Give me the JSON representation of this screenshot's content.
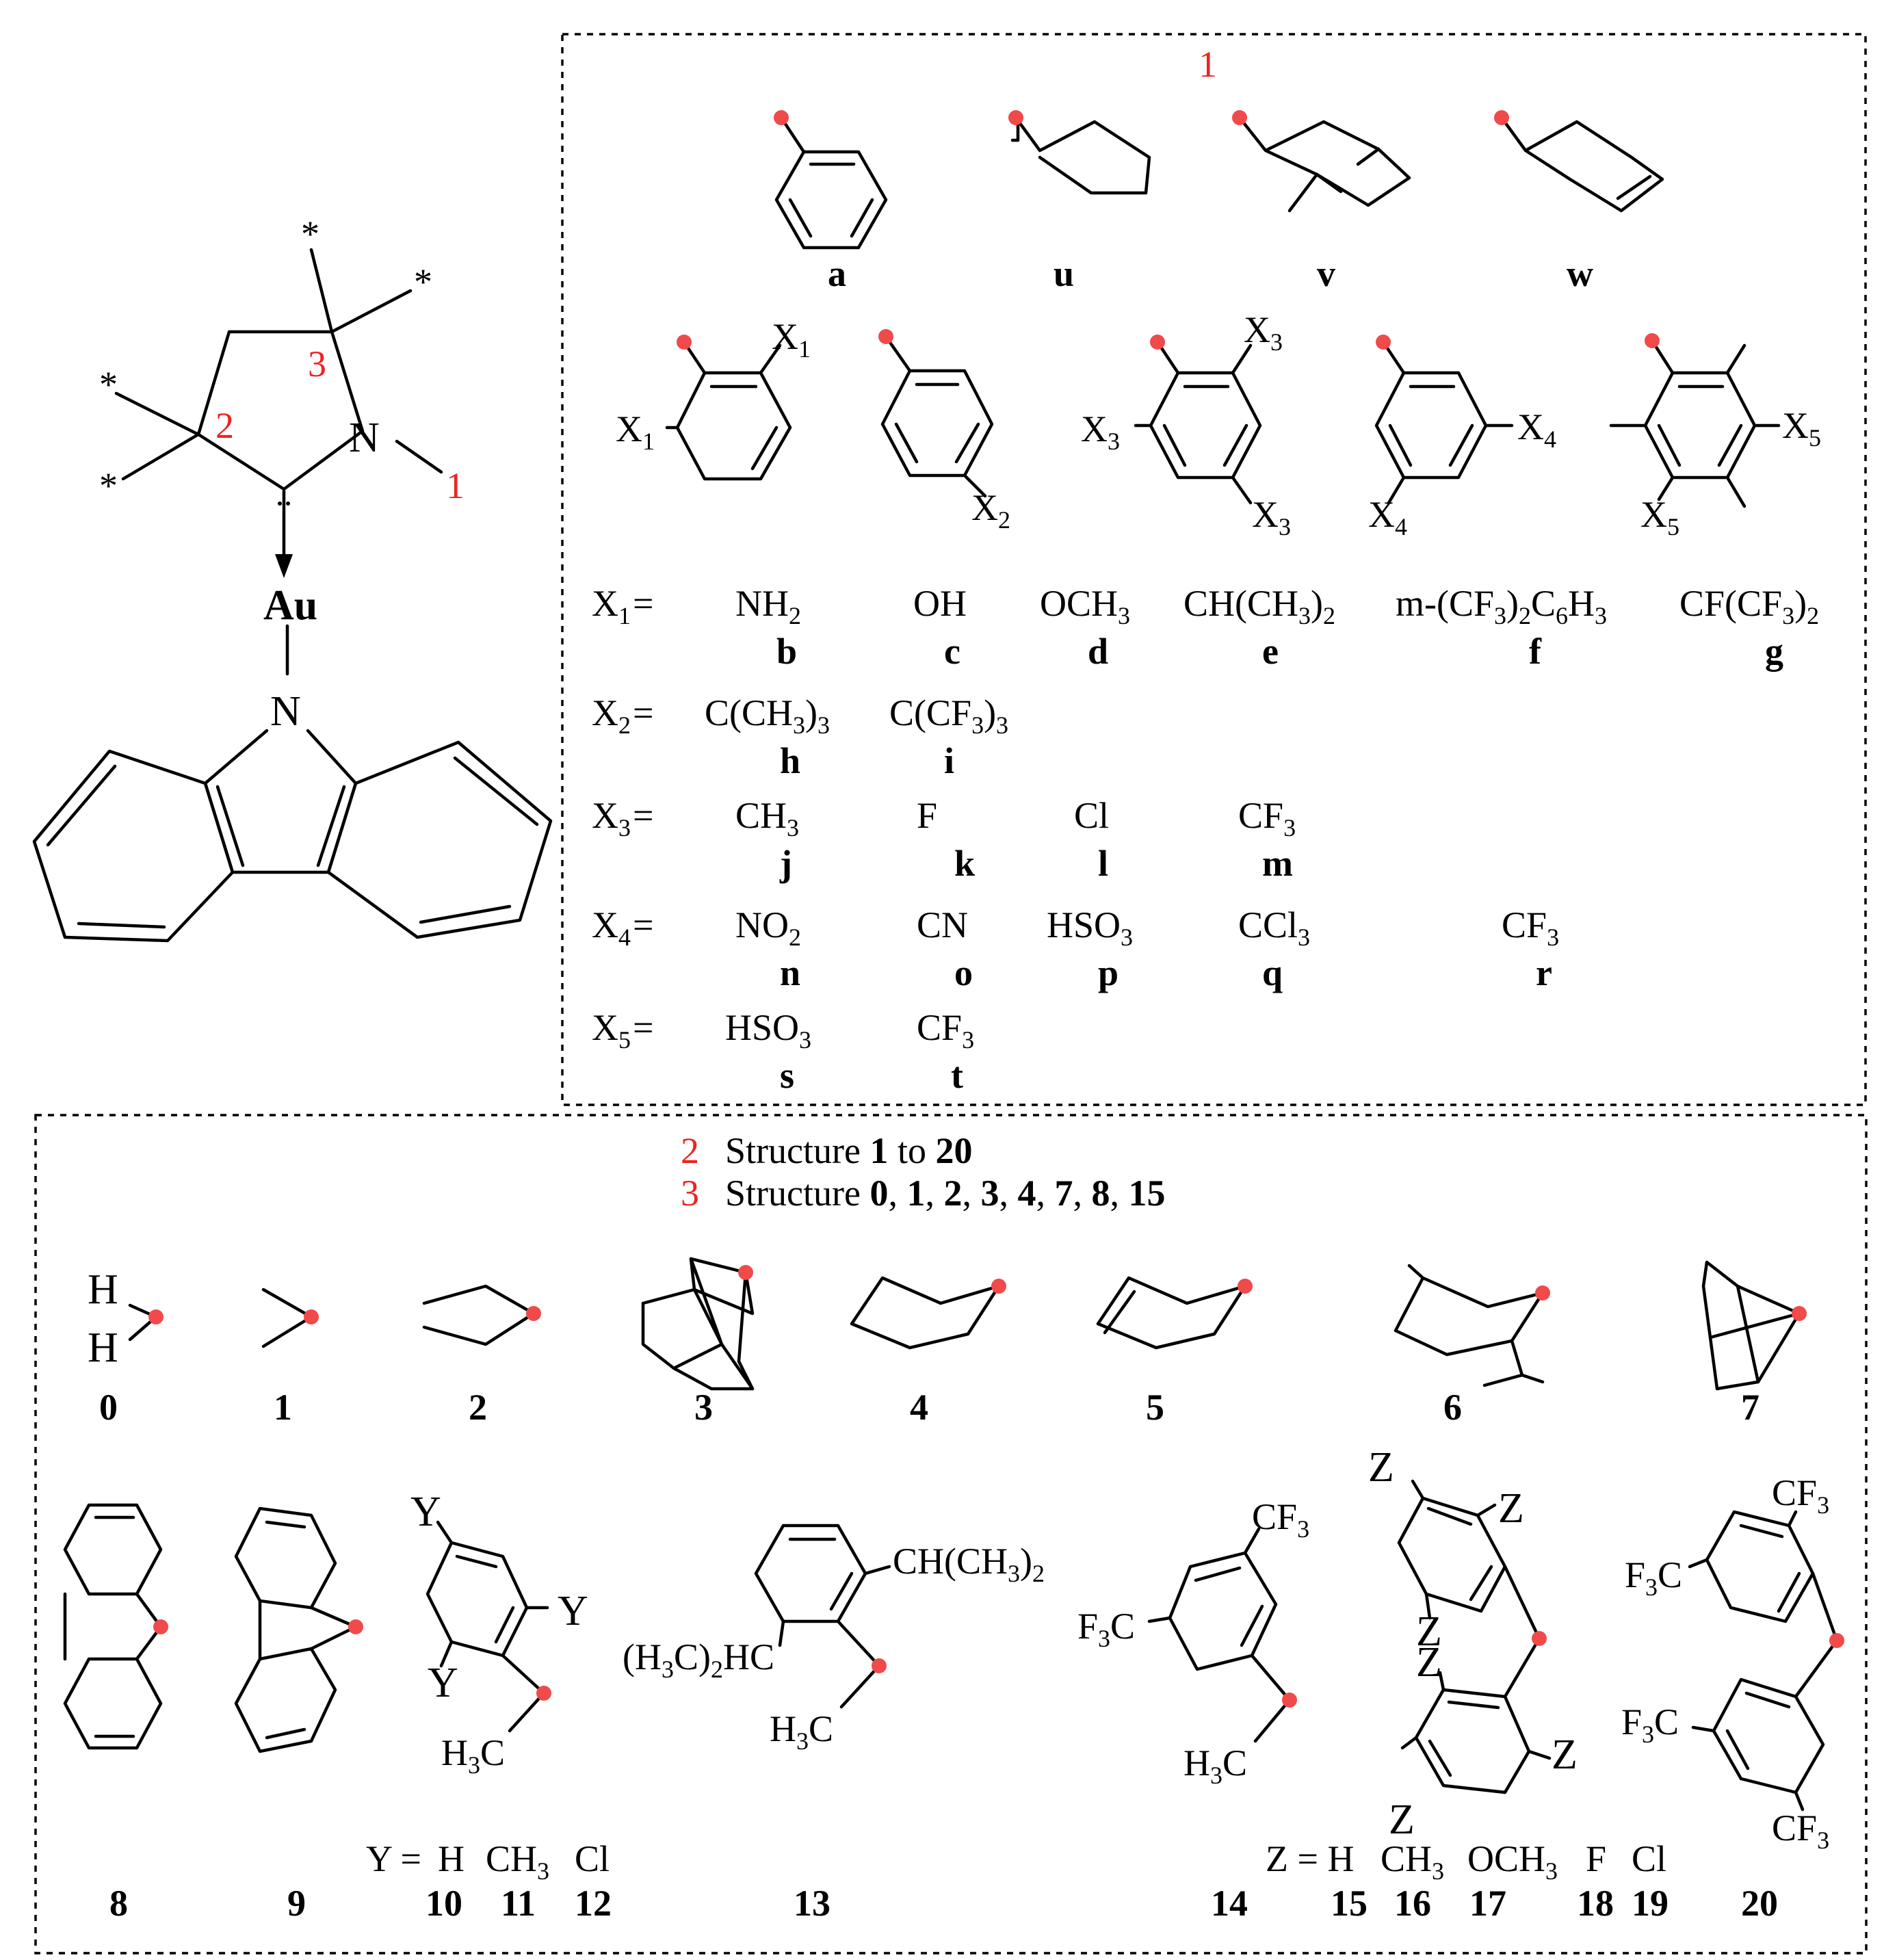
{
  "core": {
    "metal": "Au",
    "nitrogen": "N",
    "carbazole_nitrogen": "N",
    "star": "*",
    "sites": [
      "1",
      "2",
      "3"
    ]
  },
  "panel1": {
    "title": "1",
    "ring_labels": [
      "a",
      "u",
      "v",
      "w"
    ],
    "x_labels": {
      "x1": "X",
      "x1_sub": "1",
      "x2": "X",
      "x2_sub": "2",
      "x3": "X",
      "x3_sub": "3",
      "x4": "X",
      "x4_sub": "4",
      "x5": "X",
      "x5_sub": "5"
    },
    "rows": [
      {
        "var": "X",
        "sub": "1",
        "eq": "=",
        "items": [
          {
            "text": "NH",
            "sub": "2",
            "letter": "b"
          },
          {
            "text": "OH",
            "sub": "",
            "letter": "c"
          },
          {
            "text": "OCH",
            "sub": "3",
            "letter": "d"
          },
          {
            "text": "CH(CH",
            "sub": "3",
            "tail": ")",
            "tail_sub": "2",
            "letter": "e"
          },
          {
            "text": "m-(CF",
            "sub": "3",
            "tail": ")",
            "tail_sub": "2",
            "tail2": "C",
            "tail2_sub": "6",
            "tail3": "H",
            "tail3_sub": "3",
            "letter": "f"
          },
          {
            "text": "CF(CF",
            "sub": "3",
            "tail": ")",
            "tail_sub": "2",
            "letter": "g"
          }
        ]
      },
      {
        "var": "X",
        "sub": "2",
        "eq": "=",
        "items": [
          {
            "text": "C(CH",
            "sub": "3",
            "tail": ")",
            "tail_sub": "3",
            "letter": "h"
          },
          {
            "text": "C(CF",
            "sub": "3",
            "tail": ")",
            "tail_sub": "3",
            "letter": "i"
          }
        ]
      },
      {
        "var": "X",
        "sub": "3",
        "eq": "=",
        "items": [
          {
            "text": "CH",
            "sub": "3",
            "letter": "j"
          },
          {
            "text": "F",
            "sub": "",
            "letter": "k"
          },
          {
            "text": "Cl",
            "sub": "",
            "letter": "l"
          },
          {
            "text": "CF",
            "sub": "3",
            "letter": "m"
          }
        ]
      },
      {
        "var": "X",
        "sub": "4",
        "eq": "=",
        "items": [
          {
            "text": "NO",
            "sub": "2",
            "letter": "n"
          },
          {
            "text": "CN",
            "sub": "",
            "letter": "o"
          },
          {
            "text": "HSO",
            "sub": "3",
            "letter": "p"
          },
          {
            "text": "CCl",
            "sub": "3",
            "letter": "q"
          },
          {
            "text": "CF",
            "sub": "3",
            "letter": "r"
          }
        ]
      },
      {
        "var": "X",
        "sub": "5",
        "eq": "=",
        "items": [
          {
            "text": "HSO",
            "sub": "3",
            "letter": "s"
          },
          {
            "text": "CF",
            "sub": "3",
            "letter": "t"
          }
        ]
      }
    ]
  },
  "panel2": {
    "legend": [
      {
        "num": "2",
        "text": "Structure ",
        "bold": "1",
        "mid": " to ",
        "bold2": "20"
      },
      {
        "num": "3",
        "text": "Structure ",
        "list": [
          "0",
          "1",
          "2",
          "3",
          "4",
          "7",
          "8",
          "15"
        ]
      }
    ],
    "top_labels": [
      "0",
      "1",
      "2",
      "3",
      "4",
      "5",
      "6",
      "7"
    ],
    "bottom_labels": [
      "8",
      "9",
      "10",
      "11",
      "12",
      "13",
      "14",
      "15",
      "16",
      "17",
      "18",
      "19",
      "20"
    ],
    "y_row": {
      "lead": "Y = ",
      "vals": [
        "H",
        "CH",
        "Cl"
      ],
      "sub": "3"
    },
    "z_row": {
      "lead": "Z = H",
      "vals": [
        "CH",
        "OCH",
        "F",
        "Cl"
      ],
      "sub": "3"
    },
    "atoms": {
      "H": "H",
      "Y": "Y",
      "Z": "Z",
      "CF3": "CF",
      "F3C": "F",
      "C": "C",
      "H3C": "H",
      "CHMe2": "CH(CH",
      "HCMe2": "(H"
    }
  }
}
